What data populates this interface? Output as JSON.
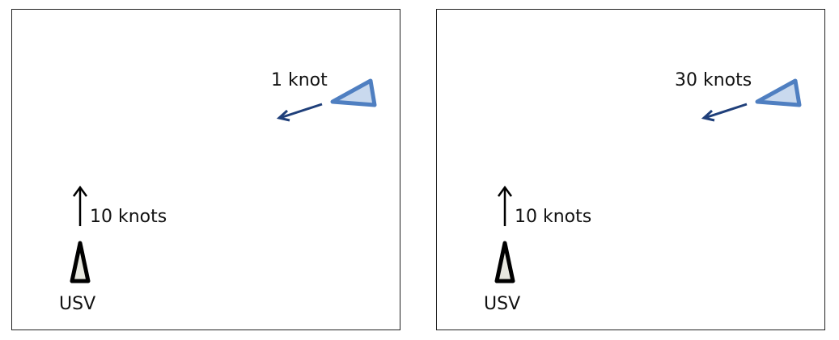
{
  "colors": {
    "usv_outline": "#000000",
    "usv_fill": "#e8e8e0",
    "target_outline": "#4f7fc1",
    "target_fill": "#c9d9ee",
    "target_arrow": "#1f3f7a"
  },
  "panels": [
    {
      "target_speed_label": "1 knot",
      "usv_speed_label": "10 knots",
      "usv_label": "USV"
    },
    {
      "target_speed_label": "30 knots",
      "usv_speed_label": "10 knots",
      "usv_label": "USV"
    }
  ]
}
